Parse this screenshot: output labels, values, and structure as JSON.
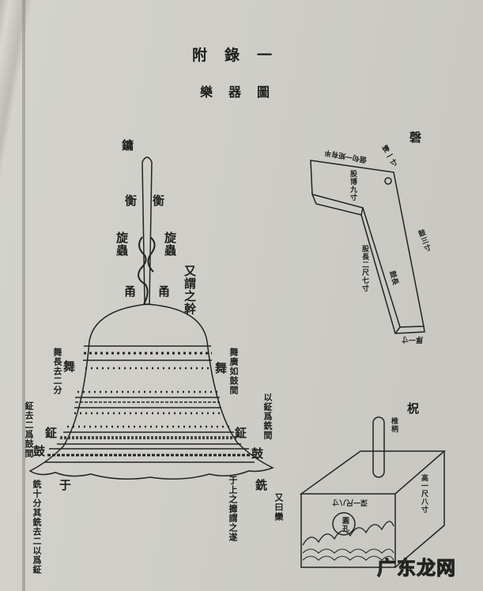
{
  "header": {
    "title": "附錄一",
    "subtitle": "樂器圖"
  },
  "bell": {
    "name": "鏞",
    "heng_left": "衡",
    "heng_right": "衡",
    "xuanchong_left": "旋蟲",
    "xuanchong_right": "旋蟲",
    "yong_left": "甬",
    "yong_right": "甬",
    "gan_note": "又謂之幹",
    "wu_left": "舞",
    "wu_left_note": "舞長去二分",
    "wu_right": "舞",
    "wu_right_note": "舞廣如鼓間",
    "zheng_left": "鉦",
    "zheng_right": "鉦",
    "zheng_left_note": "鉦去二爲鼓間",
    "zheng_right_note": "以鉦爲銑間",
    "gu_left": "鼓",
    "gu_right": "鼓",
    "yu_left": "于",
    "yu_right_note": "于上之攠謂之遂",
    "xian_left_note": "銑十分其銑去二以爲鉦",
    "xian_right": "銑",
    "xian_right_note": "又曰欒"
  },
  "qing": {
    "name": "磬",
    "top_note": "倨句一矩有半",
    "gu_width": "股博九寸",
    "right_top": "博一寸",
    "right_mid": "鼓三寸",
    "gu_length": "股長二尺七寸",
    "inner": "鼓長",
    "bottom": "厚一寸"
  },
  "zhu": {
    "name": "柷",
    "handle": "椎柄",
    "height": "高一尺八寸",
    "front": "深一尺八寸",
    "hole": "圓孔"
  },
  "watermark": "广东龙网"
}
